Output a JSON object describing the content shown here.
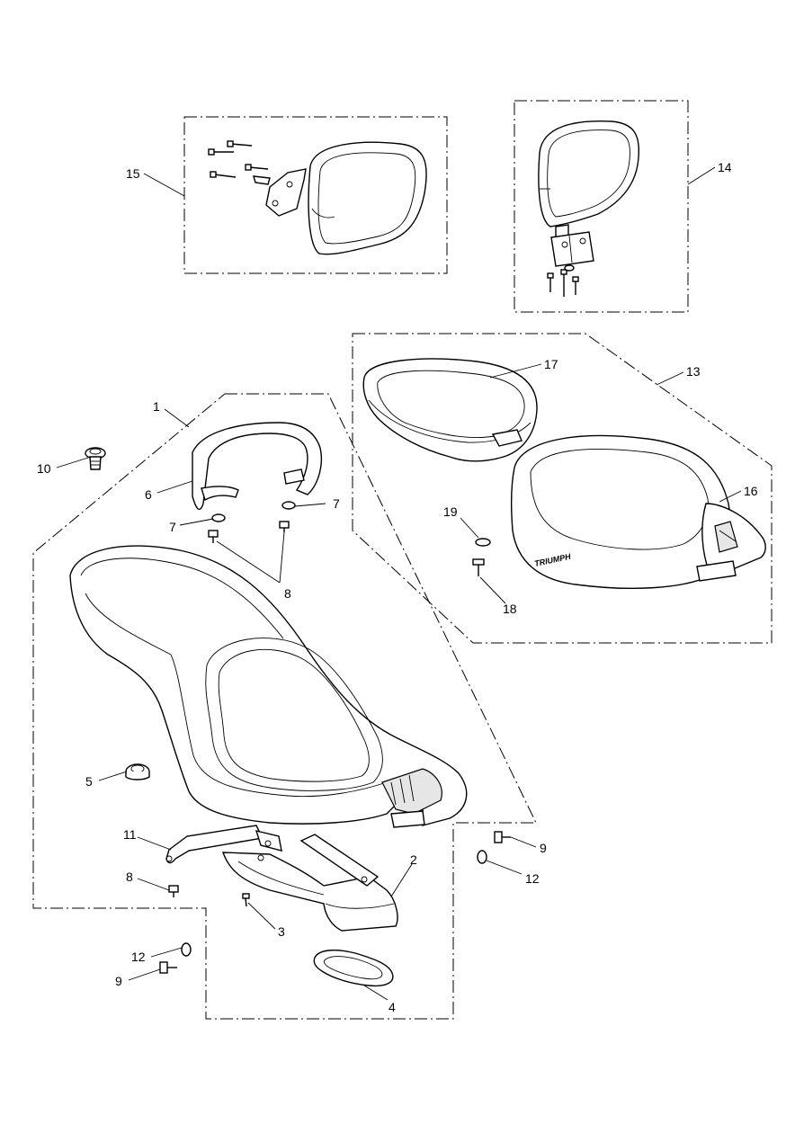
{
  "labels": {
    "l1": "1",
    "l2": "2",
    "l3": "3",
    "l4": "4",
    "l5": "5",
    "l6": "6",
    "l7a": "7",
    "l7b": "7",
    "l8a": "8",
    "l8b": "8",
    "l9a": "9",
    "l9b": "9",
    "l10": "10",
    "l11": "11",
    "l12a": "12",
    "l12b": "12",
    "l13": "13",
    "l14": "14",
    "l15": "15",
    "l16": "16",
    "l17": "17",
    "l18": "18",
    "l19": "19"
  },
  "logo_text": "TRIUMPH"
}
